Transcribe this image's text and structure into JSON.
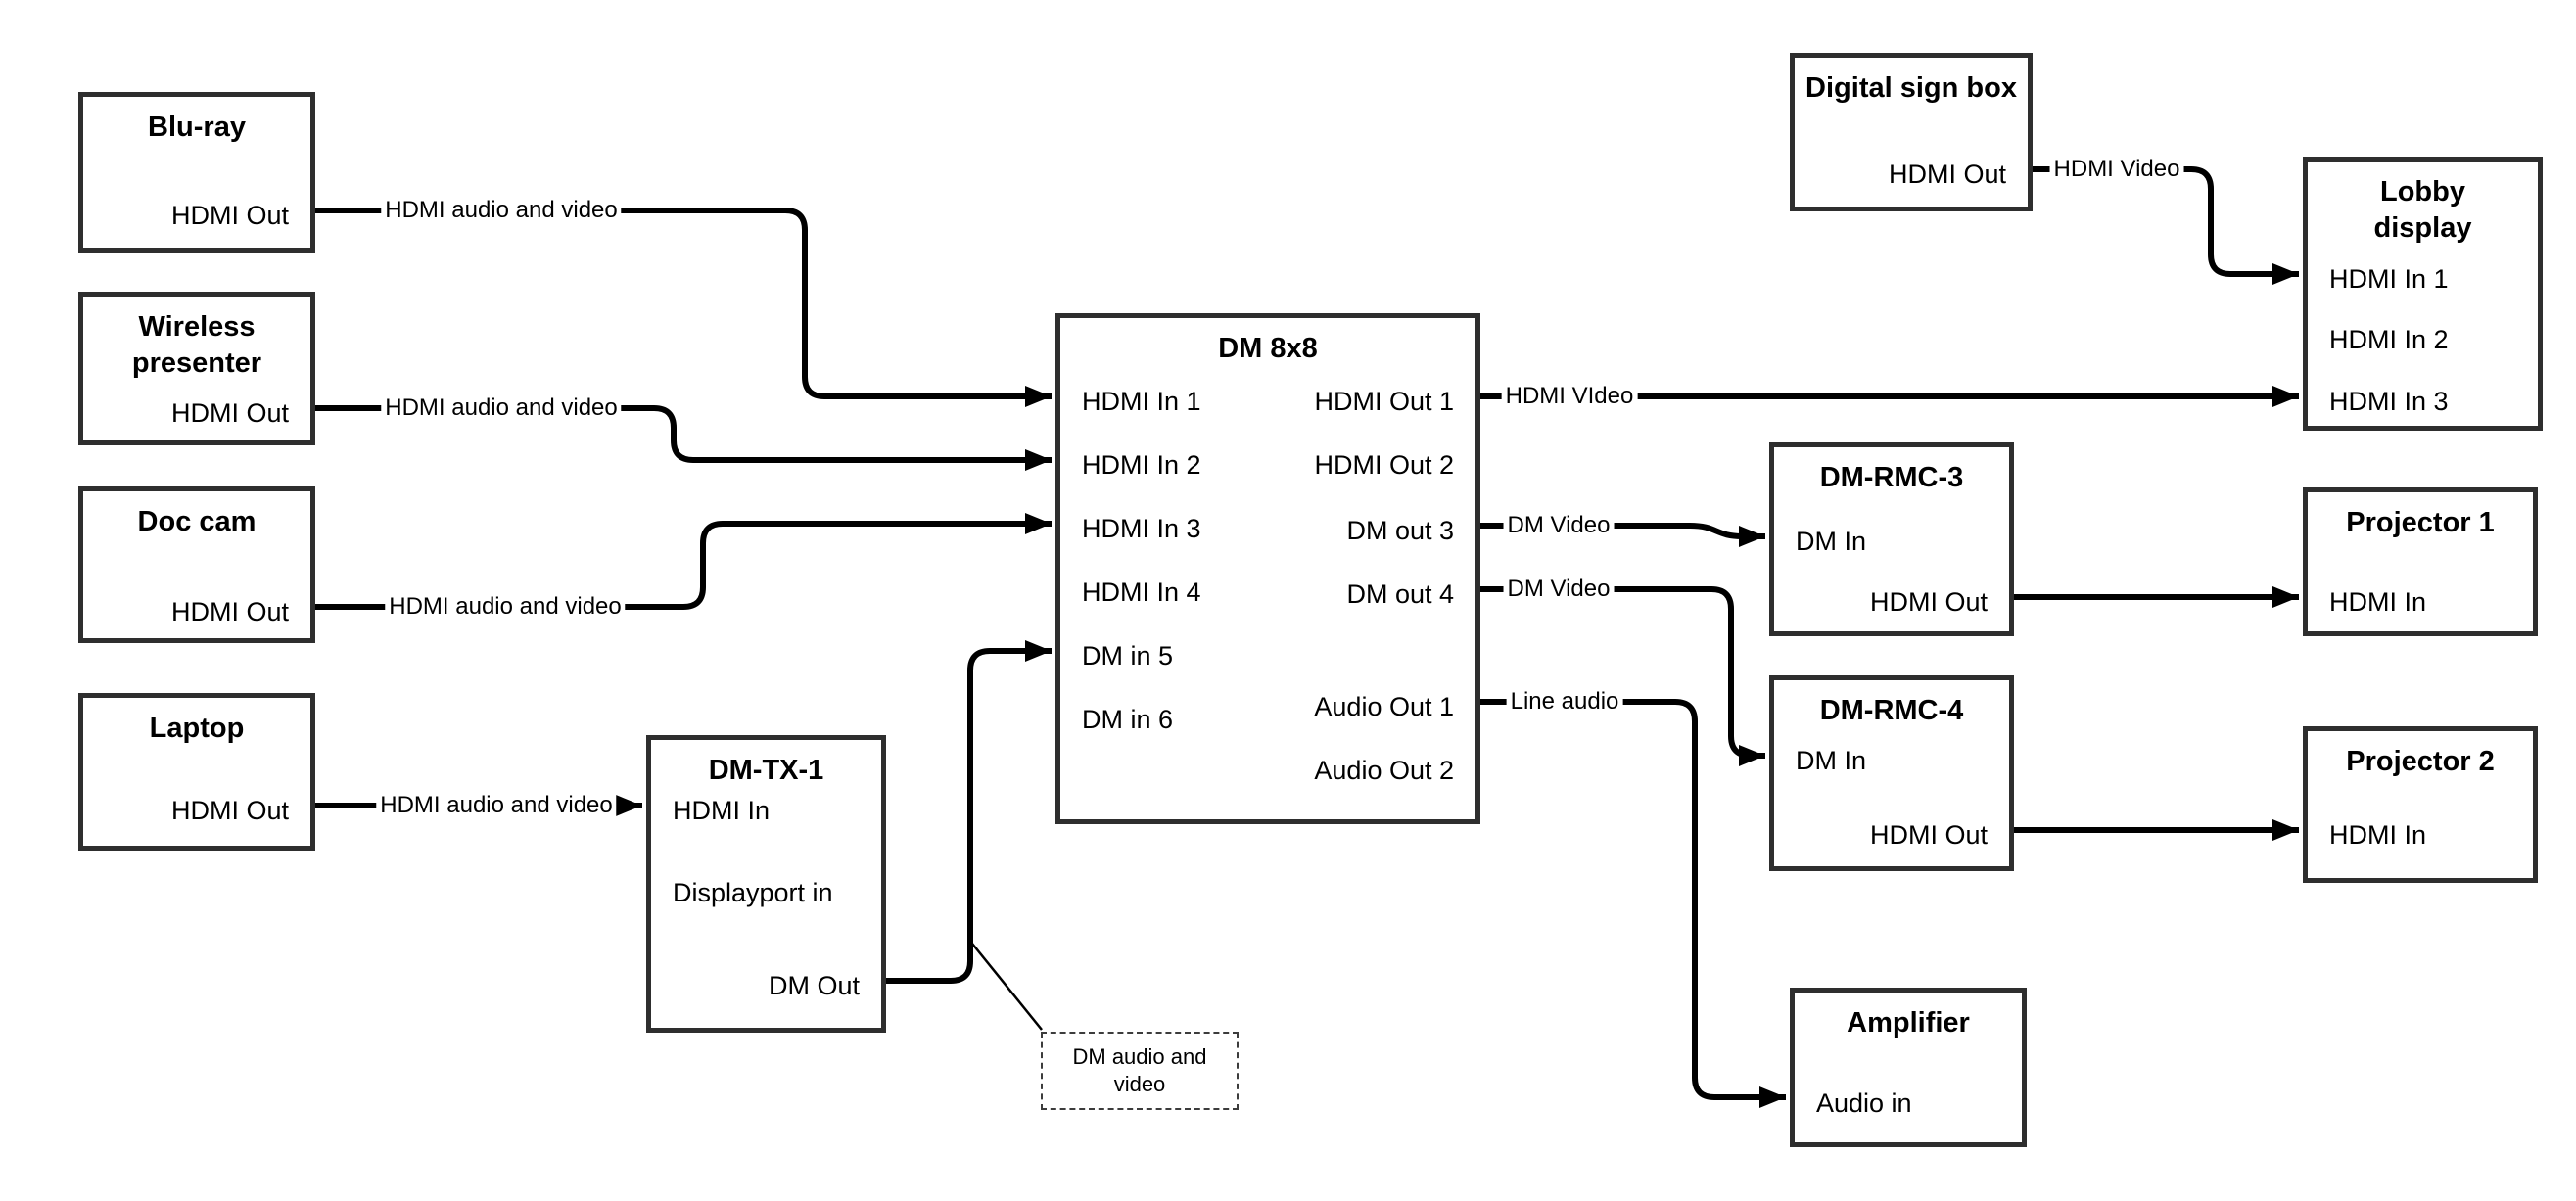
{
  "colors": {
    "background": "#ffffff",
    "box_border": "#2e2e2e",
    "wire": "#000000",
    "text": "#000000"
  },
  "nodes": {
    "bluray": {
      "title": "Blu-ray",
      "ports": {
        "hdmi_out": "HDMI Out"
      }
    },
    "wireless_presenter": {
      "title": "Wireless presenter",
      "ports": {
        "hdmi_out": "HDMI Out"
      }
    },
    "doc_cam": {
      "title": "Doc cam",
      "ports": {
        "hdmi_out": "HDMI Out"
      }
    },
    "laptop": {
      "title": "Laptop",
      "ports": {
        "hdmi_out": "HDMI Out"
      }
    },
    "dm_tx_1": {
      "title": "DM-TX-1",
      "ports": {
        "hdmi_in": "HDMI In",
        "displayport_in": "Displayport in",
        "dm_out": "DM Out"
      }
    },
    "dm_8x8": {
      "title": "DM 8x8",
      "ports": {
        "hdmi_in_1": "HDMI In 1",
        "hdmi_in_2": "HDMI In 2",
        "hdmi_in_3": "HDMI In 3",
        "hdmi_in_4": "HDMI In 4",
        "dm_in_5": "DM in 5",
        "dm_in_6": "DM in 6",
        "hdmi_out_1": "HDMI Out 1",
        "hdmi_out_2": "HDMI Out 2",
        "dm_out_3": "DM out 3",
        "dm_out_4": "DM out 4",
        "audio_out_1": "Audio Out 1",
        "audio_out_2": "Audio Out 2"
      }
    },
    "digital_sign_box": {
      "title": "Digital sign box",
      "ports": {
        "hdmi_out": "HDMI Out"
      }
    },
    "lobby_display": {
      "title": "Lobby display",
      "ports": {
        "hdmi_in_1": "HDMI In 1",
        "hdmi_in_2": "HDMI In 2",
        "hdmi_in_3": "HDMI In 3"
      }
    },
    "dm_rmc_3": {
      "title": "DM-RMC-3",
      "ports": {
        "dm_in": "DM In",
        "hdmi_out": "HDMI Out"
      }
    },
    "projector_1": {
      "title": "Projector 1",
      "ports": {
        "hdmi_in": "HDMI In"
      }
    },
    "dm_rmc_4": {
      "title": "DM-RMC-4",
      "ports": {
        "dm_in": "DM In",
        "hdmi_out": "HDMI Out"
      }
    },
    "projector_2": {
      "title": "Projector 2",
      "ports": {
        "hdmi_in": "HDMI In"
      }
    },
    "amplifier": {
      "title": "Amplifier",
      "ports": {
        "audio_in": "Audio in"
      }
    }
  },
  "connections": [
    {
      "from": "bluray.hdmi_out",
      "to": "dm_8x8.hdmi_in_1",
      "label": "HDMI audio and video"
    },
    {
      "from": "wireless_presenter.hdmi_out",
      "to": "dm_8x8.hdmi_in_2",
      "label": "HDMI audio and video"
    },
    {
      "from": "doc_cam.hdmi_out",
      "to": "dm_8x8.hdmi_in_3",
      "label": "HDMI audio and video"
    },
    {
      "from": "laptop.hdmi_out",
      "to": "dm_tx_1.hdmi_in",
      "label": "HDMI audio and video"
    },
    {
      "from": "dm_tx_1.dm_out",
      "to": "dm_8x8.dm_in_5",
      "label": ""
    },
    {
      "from": "dm_8x8.hdmi_out_1",
      "to": "lobby_display.hdmi_in_3",
      "label": "HDMI VIdeo"
    },
    {
      "from": "digital_sign_box.hdmi_out",
      "to": "lobby_display.hdmi_in_1",
      "label": "HDMI Video"
    },
    {
      "from": "dm_8x8.dm_out_3",
      "to": "dm_rmc_3.dm_in",
      "label": "DM Video"
    },
    {
      "from": "dm_8x8.dm_out_4",
      "to": "dm_rmc_4.dm_in",
      "label": "DM Video"
    },
    {
      "from": "dm_8x8.audio_out_1",
      "to": "amplifier.audio_in",
      "label": "Line audio"
    },
    {
      "from": "dm_rmc_3.hdmi_out",
      "to": "projector_1.hdmi_in",
      "label": ""
    },
    {
      "from": "dm_rmc_4.hdmi_out",
      "to": "projector_2.hdmi_in",
      "label": ""
    }
  ],
  "annotation": {
    "text": "DM audio and video"
  }
}
